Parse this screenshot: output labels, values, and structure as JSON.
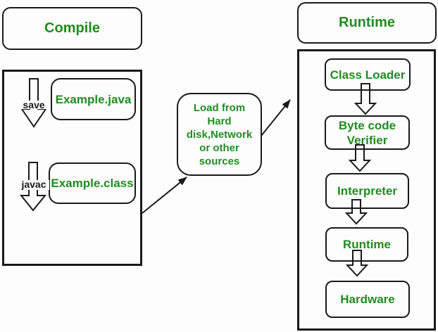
{
  "compile_header": {
    "label": "Compile"
  },
  "runtime_header": {
    "label": "Runtime"
  },
  "compile_stage": {
    "save_label": "save",
    "source_box": "Example.java",
    "javac_label": "javac",
    "class_box": "Example.class"
  },
  "loader_box": {
    "label": "Load from\nHard\ndisk,Network\nor other\nsources"
  },
  "runtime_stage": {
    "steps": [
      {
        "label": "Class Loader"
      },
      {
        "label": "Byte code\nVerifier"
      },
      {
        "label": "Interpreter"
      },
      {
        "label": "Runtime"
      },
      {
        "label": "Hardware"
      }
    ]
  },
  "colors": {
    "text_green": "#228B22",
    "line_black": "#1a1a1a",
    "background": "#fdfdfd"
  }
}
